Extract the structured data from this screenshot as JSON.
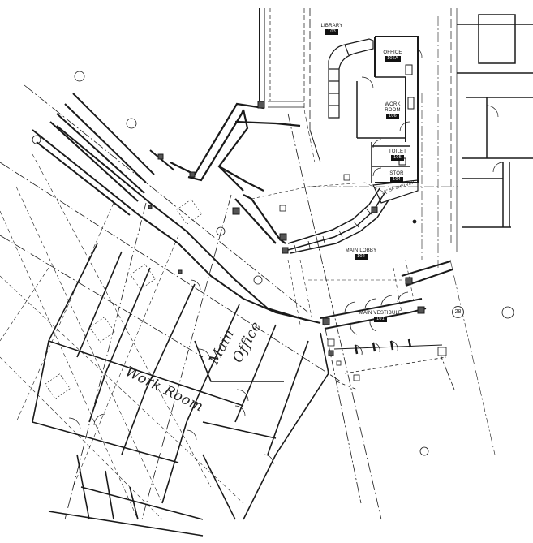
{
  "rooms": {
    "library": {
      "name": "LIBRARY",
      "number": "103"
    },
    "office": {
      "name": "OFFICE",
      "number": "106A"
    },
    "work_room": {
      "name": "WORK ROOM",
      "number": "106"
    },
    "toilet": {
      "name": "TOILET",
      "number": "105"
    },
    "stor": {
      "name": "STOR",
      "number": "104"
    },
    "shelving": {
      "name": "18\" SF SHELVING"
    },
    "main_lobby": {
      "name": "MAIN LOBBY",
      "number": "102"
    },
    "main_vestibule": {
      "name": "MAIN VESTIBULE",
      "number": "101"
    }
  },
  "handwritten": {
    "main": "Main",
    "office": "Office",
    "work_room": "Work Room"
  },
  "grid_tags": [
    "28"
  ],
  "colors": {
    "ink": "#1a1a1a",
    "light": "#555555",
    "paper": "#ffffff"
  }
}
